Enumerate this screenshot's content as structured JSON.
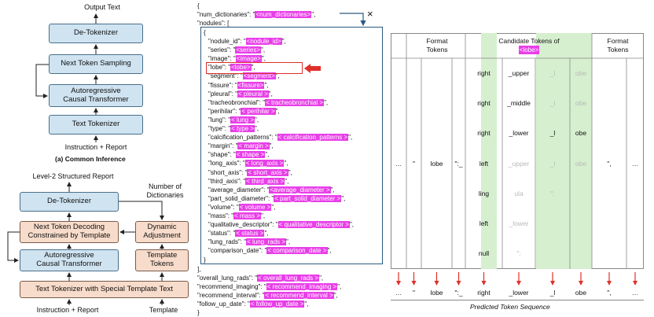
{
  "left": {
    "common": {
      "output_text": "Output Text",
      "detokenizer": "De-Tokenizer",
      "next_token_sampling": "Next Token Sampling",
      "ar_transformer": "Autoregressive\nCausal Transformer",
      "text_tokenizer": "Text Tokenizer",
      "input": "Instruction + Report",
      "caption": "(a) Common Inference"
    },
    "structured": {
      "output_text": "Level-2 Structured Report",
      "num_dicts": "Number of\nDictionaries",
      "detokenizer": "De-Tokenizer",
      "next_token_decoding": "Next Token Decoding\nConstrained by Template",
      "dynamic_adjustment": "Dynamic\nAdjustment",
      "ar_transformer": "Autoregressive\nCausal Transformer",
      "template_tokens": "Template\nTokens",
      "text_tokenizer": "Text Tokenizer with Special Template Text",
      "input_left": "Instruction + Report",
      "input_right": "Template"
    }
  },
  "json_template": {
    "open_brace": "{",
    "num_dictionaries_key": "\"num_dictionaries\": \"",
    "num_dictionaries_val": "<num_dictionaries>",
    "num_dictionaries_end": "\",",
    "cross": "×",
    "nodules_key": "\"nodules\": [",
    "inner_open": "{",
    "fields": [
      {
        "k": "\"nodule_id\": \"",
        "v": "<nodule_id>"
      },
      {
        "k": "\"series\": \"",
        "v": "<series>"
      },
      {
        "k": "\"image\": \"",
        "v": "<image>"
      },
      {
        "k": "\"lobe\": \"",
        "v": "<lobe>"
      },
      {
        "k": "\"segment\": \"",
        "v": "<segment>"
      },
      {
        "k": "\"fissure\": \"",
        "v": "<fissure>"
      },
      {
        "k": "\"pleural\": \"",
        "v": "< pleural >"
      },
      {
        "k": "\"tracheobronchial\": \"",
        "v": "< tracheobronchial >"
      },
      {
        "k": "\"perihilar\": \"",
        "v": "< perihilar >"
      },
      {
        "k": "\"lung\": \"",
        "v": "< lung >"
      },
      {
        "k": "\"type\": \"",
        "v": "< type >"
      },
      {
        "k": "\"calcification_patterns\": \"",
        "v": "< calcification_patterns >"
      },
      {
        "k": "\"margin\": \"",
        "v": "< margin >"
      },
      {
        "k": "\"shape\": \"",
        "v": "< shape >"
      },
      {
        "k": "\"long_axis\": \"",
        "v": "< long_axis >"
      },
      {
        "k": "\"short_axis\": \"",
        "v": "< short_axis >"
      },
      {
        "k": "\"third_axis\": \"",
        "v": "< third_axis >"
      },
      {
        "k": "\"average_diameter\": \"",
        "v": "<average_diameter >"
      },
      {
        "k": "\"part_solid_diameter\": \"",
        "v": "< part_solid_diameter >"
      },
      {
        "k": "\"volume\": \"",
        "v": "< volume >"
      },
      {
        "k": "\"mass\": \"",
        "v": "< mass >"
      },
      {
        "k": "\"qualitative_descriptor\": \"",
        "v": "< qualitative_descriptor >"
      },
      {
        "k": "\"status\": \"",
        "v": "< status >"
      },
      {
        "k": "\"lung_rads\": \"",
        "v": "< lung_rads >"
      },
      {
        "k": "\"comparison_date\": \"",
        "v": "< comparison_date >"
      }
    ],
    "field_end": "\",",
    "inner_close": "}",
    "list_close": "],",
    "tail": [
      {
        "k": "\"overall_lung_rads\": \"",
        "v": "< overall_lung_rads >"
      },
      {
        "k": "\"recommend_imaging\": \"",
        "v": "< recommend_imaging >"
      },
      {
        "k": "\"recommend_interval\": \"",
        "v": "< recommend_interval >"
      },
      {
        "k": "\"follow_up_date\": \"",
        "v": "< follow_up_date >"
      }
    ],
    "close_brace": "}"
  },
  "table": {
    "header_left": "Format\nTokens",
    "header_mid": "Candidate Tokens of",
    "header_mid_tag": "<lobe>",
    "header_right": "Format\nTokens",
    "fixed_tokens": [
      "…",
      "\"",
      "lobe",
      "\":_",
      "\",",
      "…"
    ],
    "col1": [
      "right",
      "right",
      "right",
      "left",
      "ling",
      "left",
      "null"
    ],
    "col2": [
      "_upper",
      "_middle",
      "_lower",
      "_upper",
      "ula",
      "_lower",
      "\":"
    ],
    "col3": [
      "_l",
      "_l",
      "_l",
      "_l",
      "\":",
      "",
      ""
    ],
    "col4": [
      "obe",
      "obe",
      "obe",
      "obe",
      "",
      "",
      ""
    ],
    "col2_faded": [
      false,
      false,
      false,
      true,
      true,
      true,
      true
    ],
    "col3_faded": [
      true,
      true,
      false,
      true,
      true,
      false,
      false
    ],
    "col4_faded": [
      true,
      true,
      false,
      true,
      false,
      false,
      false
    ],
    "col1_faded": [
      false,
      false,
      false,
      false,
      false,
      false,
      false
    ],
    "predicted": [
      "…",
      "\"",
      "lobe",
      "\":_",
      "right",
      "_lower",
      "_l",
      "obe",
      "\",",
      "…"
    ],
    "caption": "Predicted Token Sequence"
  },
  "colors": {
    "magenta": "#e83fe8",
    "arrow_red": "#e0302a",
    "box_blue": "#cfe3f1",
    "box_peach": "#f8dccb",
    "green": "#d6efcf"
  }
}
